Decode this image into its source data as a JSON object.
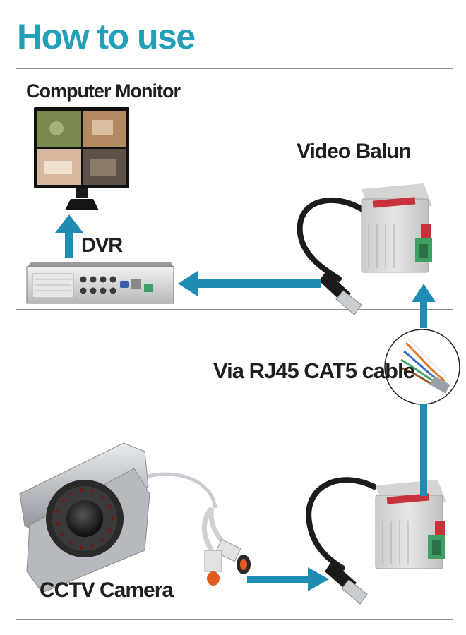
{
  "heading": "How to use",
  "labels": {
    "monitor": "Computer Monitor",
    "balun": "Video Balun",
    "dvr": "DVR",
    "cable": "Via RJ45 CAT5 cable",
    "camera": "CCTV Camera"
  },
  "colors": {
    "heading": "#22a0b8",
    "arrow": "#1f8db3",
    "panel_border": "#8c8c8c",
    "label": "#1f1f1f",
    "balun_body": "#d9dcd9",
    "balun_label": "#c8323a",
    "terminal_green": "#3fa064",
    "cable_black": "#1c1c1c",
    "camera_body": "#c9ccd0"
  },
  "icons": [
    "monitor-icon",
    "dvr-icon",
    "video-balun-icon",
    "cable-wires-icon",
    "cctv-camera-icon",
    "bnc-connector-icon"
  ]
}
